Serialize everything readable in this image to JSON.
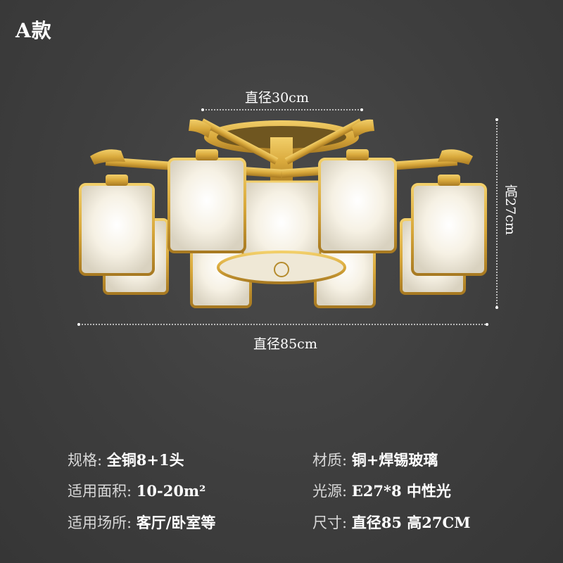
{
  "variant": "A款",
  "dimensions": {
    "top_diameter": "直径30cm",
    "bottom_diameter": "直径85cm",
    "height": "高27cm"
  },
  "specs": [
    {
      "key": "规格:",
      "value": "全铜8+1头"
    },
    {
      "key": "材质:",
      "value": "铜+焊锡玻璃"
    },
    {
      "key": "适用面积:",
      "value": "10-20m²"
    },
    {
      "key": "光源:",
      "value": "E27*8  中性光"
    },
    {
      "key": "适用场所:",
      "value": "客厅/卧室等"
    },
    {
      "key": "尺寸:",
      "value": "直径85 高27CM"
    }
  ],
  "colors": {
    "background": "#3c3c3c",
    "brass": "#d9a93c",
    "glass": "#f3eee2"
  }
}
